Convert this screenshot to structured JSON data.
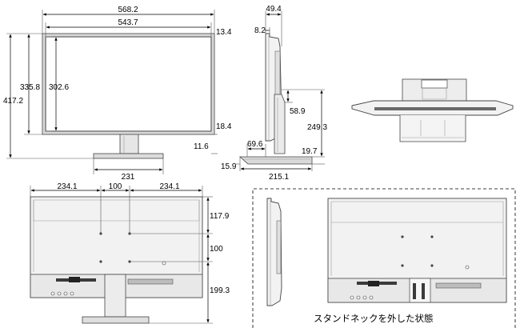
{
  "views": {
    "front": {
      "width_total": "568.2",
      "width_screen": "543.7",
      "top_bezel": "13.4",
      "height_total": "417.2",
      "height_body": "335.8",
      "height_screen": "302.6",
      "bottom_bezel": "18.4",
      "stand_gap": "11.6",
      "base_width": "231"
    },
    "side": {
      "depth_panel": "49.4",
      "depth_thin": "8.2",
      "neck_offset": "58.9",
      "height_to_panel": "249.3",
      "neck_depth": "69.6",
      "base_height": "19.7",
      "base_thickness": "15.9",
      "base_depth": "215.1"
    },
    "back": {
      "left_span": "234.1",
      "vesa_span": "100",
      "right_span": "234.1",
      "top_to_vesa": "117.9",
      "vesa_vertical": "100",
      "bottom_to_vesa": "199.3"
    },
    "detached_caption": "スタンドネックを外した状態"
  }
}
